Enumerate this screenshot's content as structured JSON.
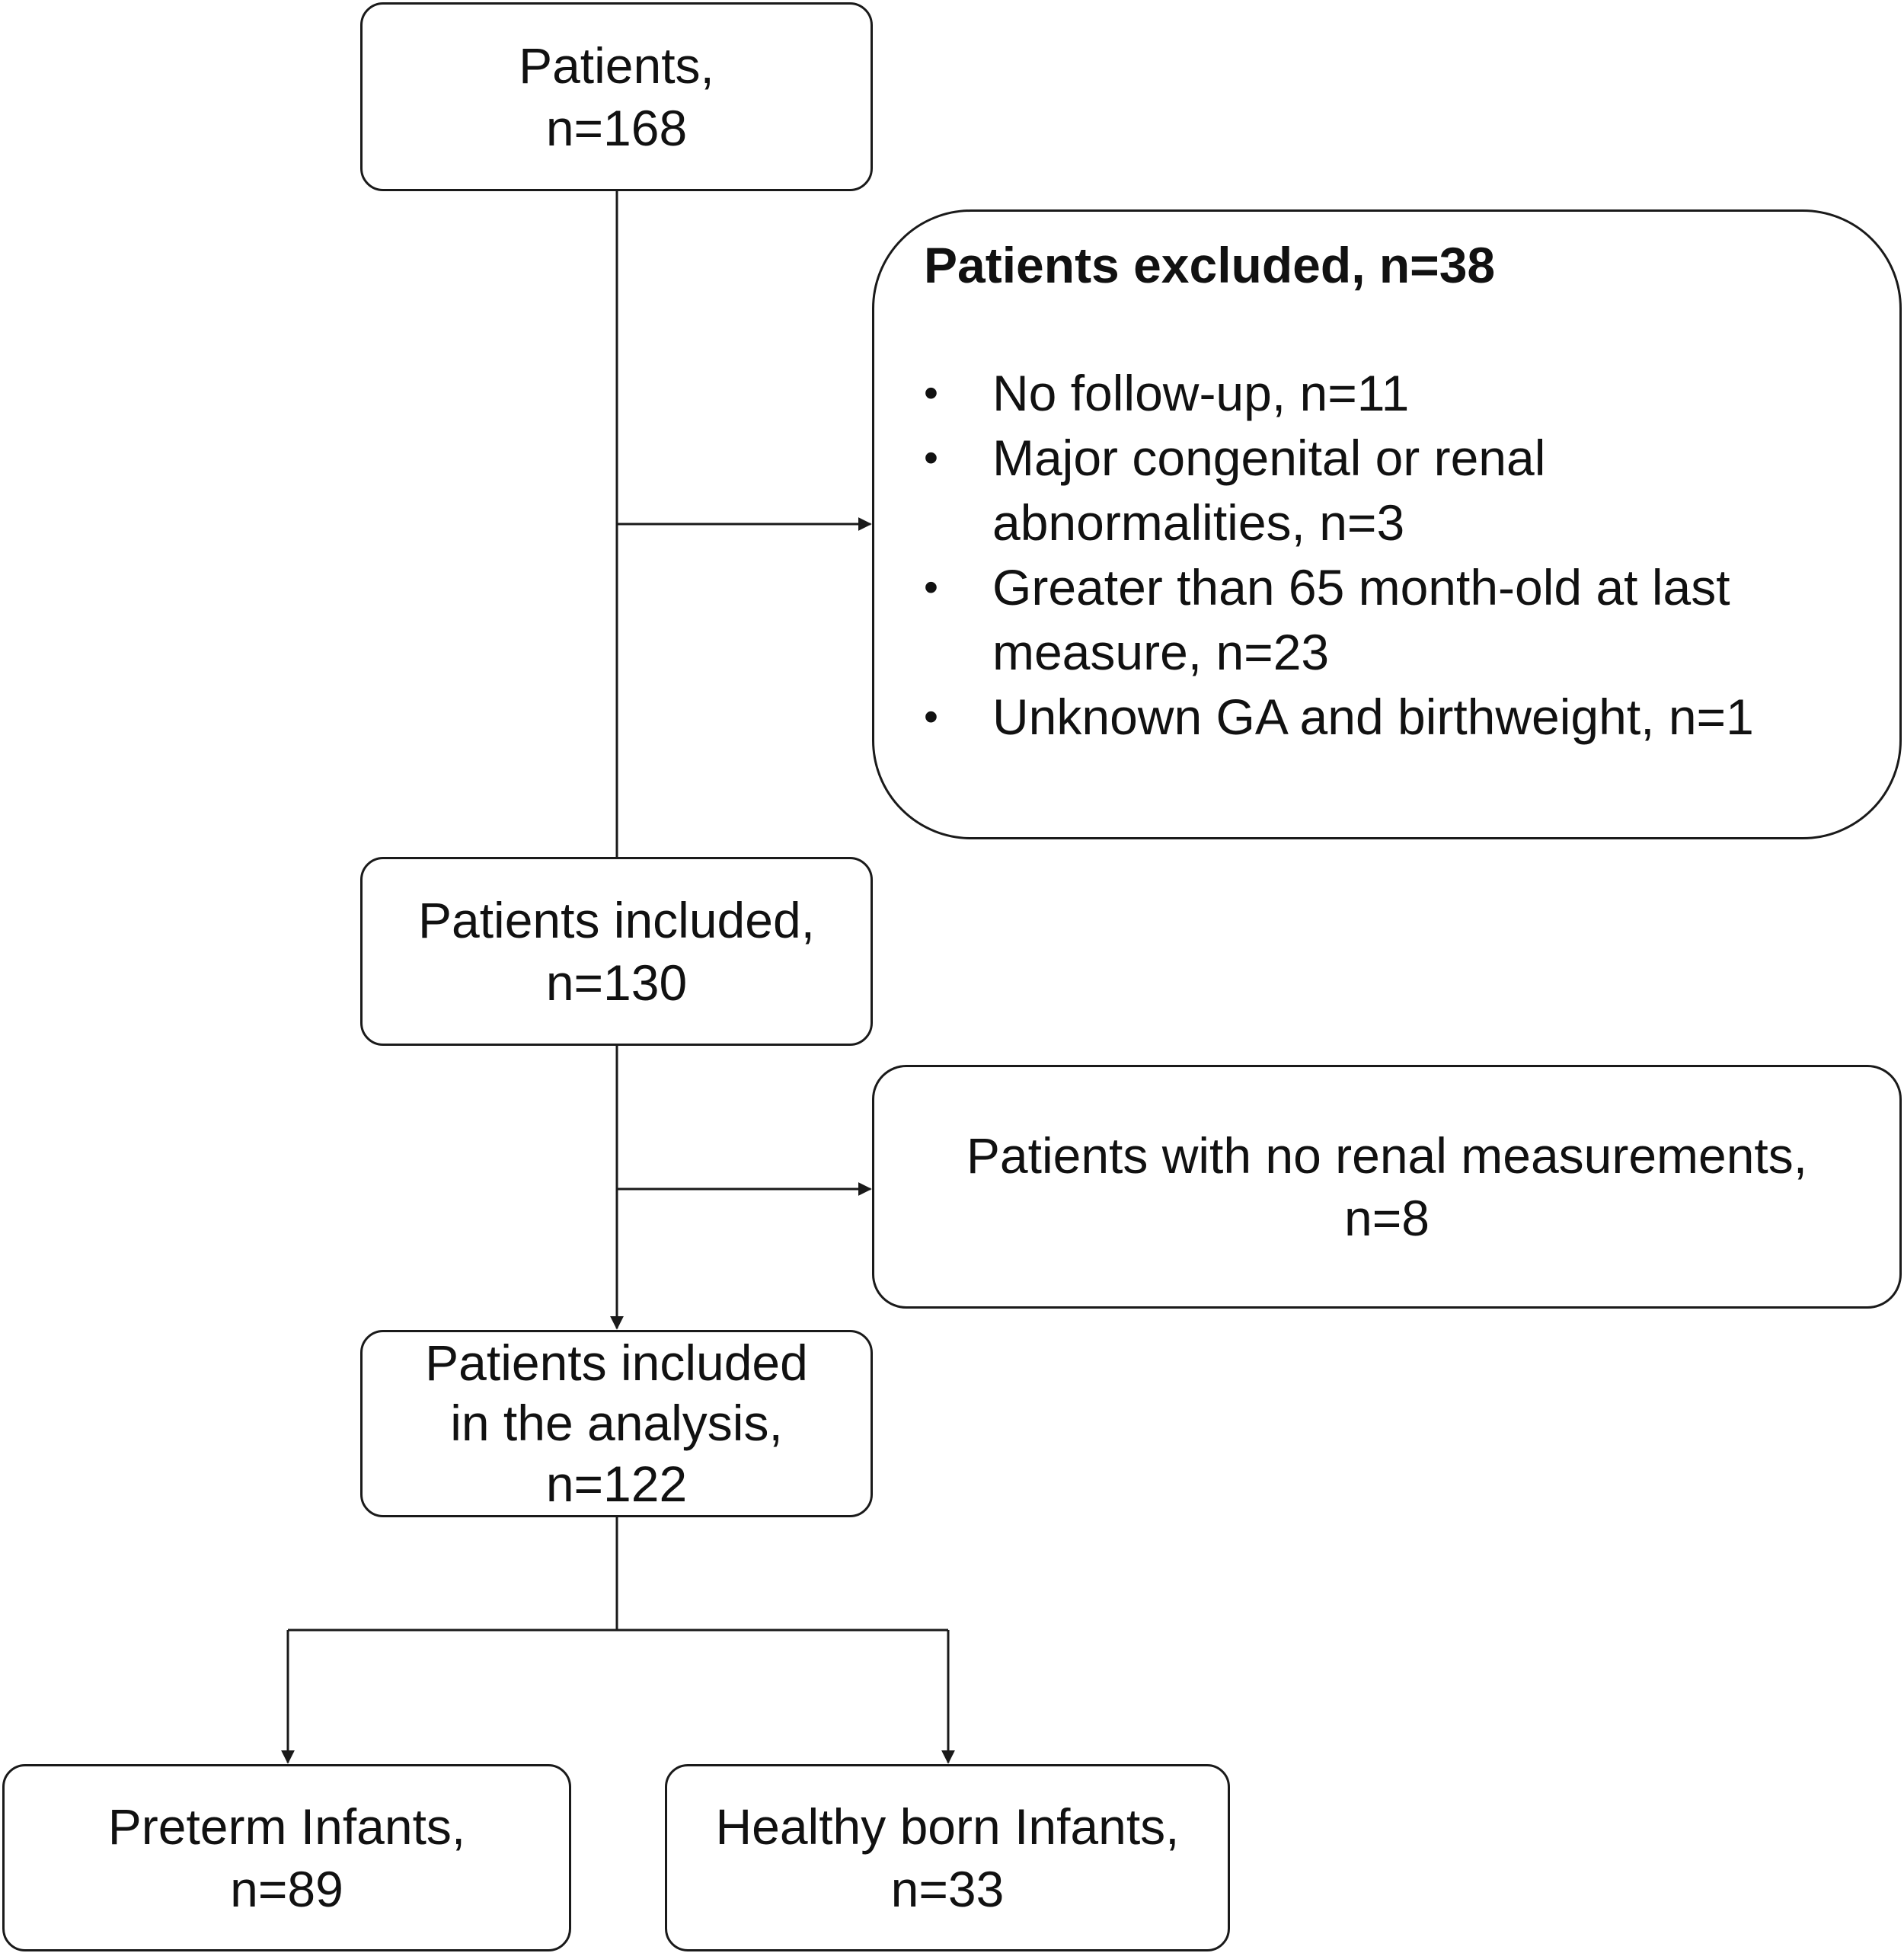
{
  "nodes": {
    "start": {
      "line1": "Patients,",
      "line2": "n=168"
    },
    "excluded": {
      "title": "Patients excluded, n=38",
      "bullet": "•",
      "items": [
        {
          "line1": "No follow-up, n=11"
        },
        {
          "line1": "Major congenital or renal",
          "line2": "abnormalities, n=3"
        },
        {
          "line1": "Greater than 65 month-old at last",
          "line2": "measure, n=23"
        },
        {
          "line1": "Unknown GA and birthweight, n=1"
        }
      ]
    },
    "included": {
      "line1": "Patients included,",
      "line2": "n=130"
    },
    "no_renal": {
      "line1": "Patients with no renal measurements,",
      "line2": "n=8"
    },
    "analysis": {
      "line1": "Patients included",
      "line2": "in the analysis,",
      "line3": "n=122"
    },
    "preterm": {
      "line1": "Preterm Infants,",
      "line2": "n=89"
    },
    "healthy": {
      "line1": "Healthy born Infants,",
      "line2": "n=33"
    }
  },
  "colors": {
    "stroke": "#1a1a1a",
    "fill": "#ffffff",
    "text": "#111111"
  }
}
